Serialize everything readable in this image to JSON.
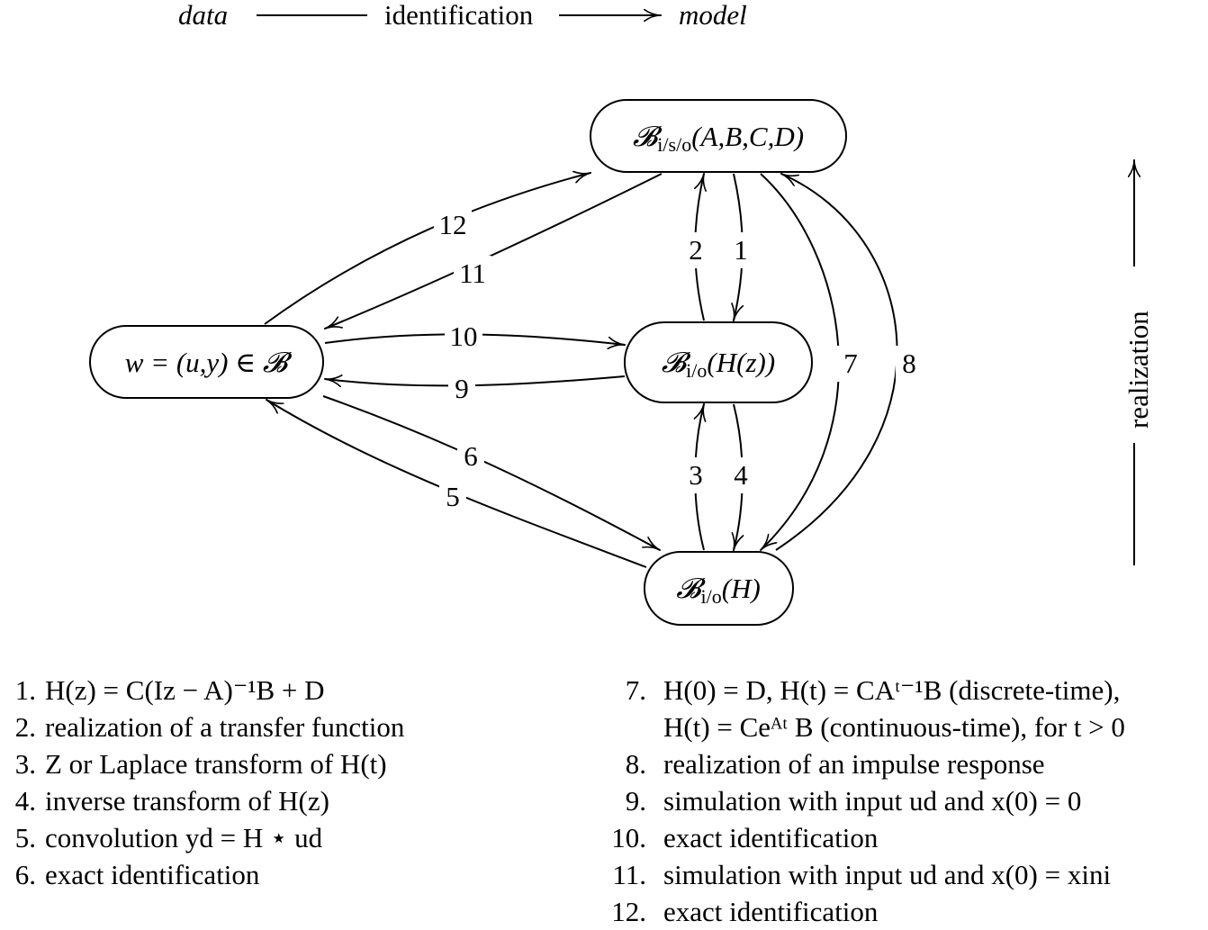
{
  "header": {
    "left": "data",
    "middle": "identification",
    "right": "model"
  },
  "side_label": "realization",
  "nodes": {
    "iso": "𝓑i/s/o(A,B,C,D)",
    "transfer": "𝓑i/o(H(z))",
    "data": "w = (u,y) ∈ 𝓑",
    "impulse": "𝓑i/o(H)"
  },
  "edge_labels": [
    "1",
    "2",
    "3",
    "4",
    "5",
    "6",
    "7",
    "8",
    "9",
    "10",
    "11",
    "12"
  ],
  "legend_left": [
    {
      "num": "1.",
      "text": "H(z) = C(Iz − A)⁻¹B + D"
    },
    {
      "num": "2.",
      "text": "realization of a transfer function"
    },
    {
      "num": "3.",
      "text": "Z or Laplace transform of H(t)"
    },
    {
      "num": "4.",
      "text": "inverse transform of H(z)"
    },
    {
      "num": "5.",
      "text": "convolution yd = H ⋆ ud"
    },
    {
      "num": "6.",
      "text": "exact identification"
    }
  ],
  "legend_right": [
    {
      "num": "7.",
      "text": "H(0) = D, H(t) = CAᵗ⁻¹B (discrete-time),"
    },
    {
      "num": "",
      "text": "H(t) = Ceᴬᵗ B (continuous-time), for t > 0"
    },
    {
      "num": "8.",
      "text": "realization of an impulse response"
    },
    {
      "num": "9.",
      "text": "simulation with input ud and x(0) = 0"
    },
    {
      "num": "10.",
      "text": "exact identification"
    },
    {
      "num": "11.",
      "text": "simulation with input ud and x(0) = xini"
    },
    {
      "num": "12.",
      "text": "exact identification"
    }
  ]
}
